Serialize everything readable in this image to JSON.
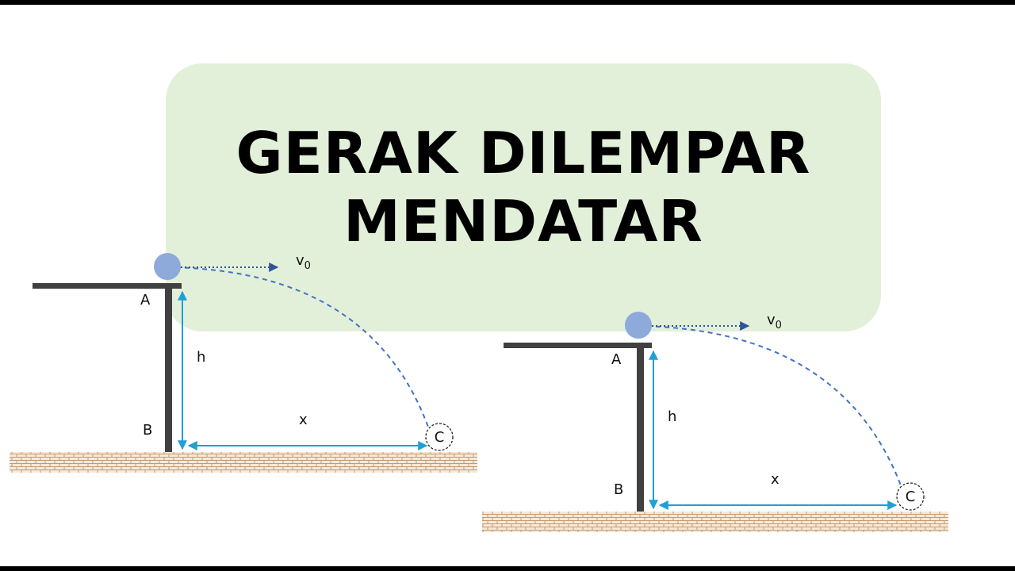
{
  "title": {
    "line1": "GERAK DILEMPAR",
    "line2": "MENDATAR"
  },
  "labels": {
    "velocity": "v",
    "velocity_sub": "0",
    "point_top": "A",
    "point_bottom": "B",
    "point_land": "C",
    "height": "h",
    "distance": "x"
  },
  "colors": {
    "banner": "#e2f0d9",
    "ball": "#8eaadb",
    "trajectory": "#4472c4",
    "dimension_arrow": "#1f9fd6",
    "structure": "#404040",
    "ground": "#c59a6e"
  },
  "icons": [
    "ball-icon",
    "landing-point-icon",
    "ground-texture"
  ]
}
